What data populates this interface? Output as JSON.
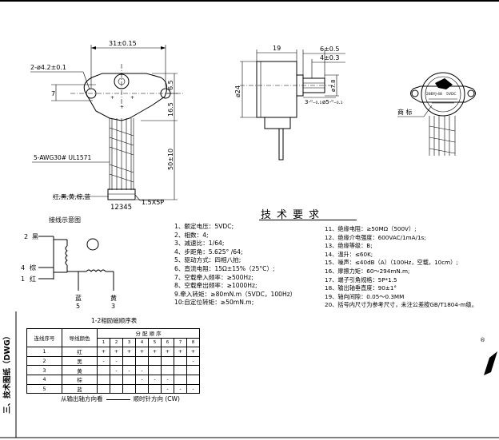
{
  "drawing": {
    "front_view": {
      "dim_width": "31±0.15",
      "dim_holes": "2-ø4.2±0.1",
      "dim_seven": "7",
      "dim_six_five": "6.5",
      "dim_sixteen_five": "16.5",
      "dim_fifty": "50±10",
      "cable_note": "5-AWG30# UL1571",
      "wire_colors_note": "红,黑,黄,棕,蓝",
      "connector_note": "1.5X5P",
      "pin_numbers": "12345"
    },
    "side_view": {
      "dim_nineteen": "19",
      "dim_six": "6±0.5",
      "dim_four": "4±0.3",
      "dim_diameter": "ø24",
      "dim_seven_eight": "ø7.8",
      "dim_three": "3-⁰₋₀.₁",
      "dim_shaft": "ø5-⁰₋₀.₁"
    },
    "label_view": {
      "label_note": "商 标",
      "label_model": "28BYJ-48",
      "label_volt": "5VDC"
    }
  },
  "wiring": {
    "title": "接线示意图",
    "pins": [
      {
        "num": "2",
        "color": "黑"
      },
      {
        "num": "4",
        "color": "棕"
      },
      {
        "num": "1",
        "color": "红"
      }
    ],
    "bottom_pins": [
      {
        "color": "蓝",
        "num": "5"
      },
      {
        "color": "黄",
        "num": "3"
      }
    ]
  },
  "phase_table": {
    "title": "1-2相励磁顺序表",
    "header_no": "连线序号",
    "header_color": "导线颜色",
    "header_seq": "分 配 顺 序",
    "steps": [
      "1",
      "2",
      "3",
      "4",
      "5",
      "6",
      "7",
      "8"
    ],
    "rows": [
      {
        "no": "1",
        "color": "红",
        "cells": [
          "+",
          "+",
          "+",
          "+",
          "+",
          "+",
          "+",
          "+"
        ]
      },
      {
        "no": "2",
        "color": "黑",
        "cells": [
          "-",
          "-",
          "",
          "",
          "",
          "",
          "",
          "-"
        ]
      },
      {
        "no": "3",
        "color": "黄",
        "cells": [
          "",
          "-",
          "-",
          "-",
          "",
          "",
          "",
          ""
        ]
      },
      {
        "no": "4",
        "color": "棕",
        "cells": [
          "",
          "",
          "",
          "-",
          "-",
          "-",
          "",
          ""
        ]
      },
      {
        "no": "5",
        "color": "蓝",
        "cells": [
          "",
          "",
          "",
          "",
          "",
          "-",
          "-",
          "-"
        ]
      }
    ],
    "rotation_left": "从输出轴方向看",
    "rotation_right": "顺时针方向 (CW)"
  },
  "specs": {
    "title": "技术要求",
    "left": [
      "1、额定电压：5VDC;",
      "2、相数：4;",
      "3、减速比：1/64;",
      "4、步距角：5.625° /64;",
      "5、驱动方式：四相八拍;",
      "6、直流电阻：15Ω±15%（25°C）;",
      "7、空载牵入频率：≥500Hz;",
      "8、空载牵出频率：≥1000Hz;",
      "9.牵入转矩：≥80mN.m（5VDC，100Hz）",
      "10:自定位转矩：≥50mN.m;"
    ],
    "right": [
      "11、绝缘电阻：≥50MΩ（500V）;",
      "12、绝缘介电强度：600VAC/1mA/1s;",
      "13、绝缘等级：B;",
      "14、温升：≤60K;",
      "15、噪声：≤40dB（A）（100Hz，空载，10cm）;",
      "16、摩擦力矩：60～294mN.m;",
      "17、端子引角规格：5P*1.5",
      "18、输出轴垂直度：90±1°",
      "19、轴向间隙：0.05～0.3MM",
      "20、括号内尺寸为参考尺寸，未注公差按GB/T1804-m级。"
    ]
  },
  "side_label": "三、技术图纸（DWG）"
}
